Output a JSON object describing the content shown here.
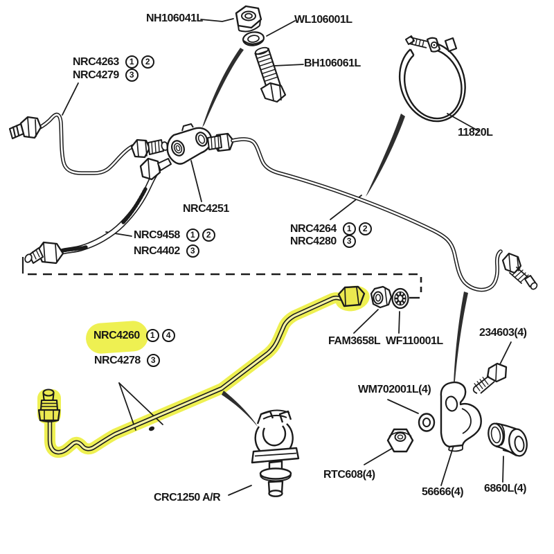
{
  "diagram": {
    "type": "exploded-parts-diagram",
    "background": "#ffffff",
    "line_color": "#1b1b1b",
    "highlight_color": "#eef052",
    "highlighted_part": "NRC4260"
  },
  "labels": {
    "nh106041l": "NH106041L",
    "wl106001l": "WL106001L",
    "bh106061l": "BH106061L",
    "clamp_11820l": "11820L",
    "nrc4263": "NRC4263",
    "nrc4279": "NRC4279",
    "nrc4251": "NRC4251",
    "nrc9458": "NRC9458",
    "nrc4402": "NRC4402",
    "nrc4264": "NRC4264",
    "nrc4280": "NRC4280",
    "nrc4260": "NRC4260",
    "nrc4278": "NRC4278",
    "fam3658l": "FAM3658L",
    "wf110001l": "WF110001L",
    "bolt_234603": "234603(4)",
    "wm702001l": "WM702001L(4)",
    "rtc608": "RTC608(4)",
    "crc1250": "CRC1250 A/R",
    "bracket_56666": "56666(4)",
    "bush_6860l": "6860L(4)"
  },
  "keys": {
    "nrc4263": [
      "1",
      "2"
    ],
    "nrc4279": [
      "3"
    ],
    "nrc9458": [
      "1",
      "2"
    ],
    "nrc4402": [
      "3"
    ],
    "nrc4264": [
      "1",
      "2"
    ],
    "nrc4280": [
      "3"
    ],
    "nrc4260": [
      "1",
      "4"
    ],
    "nrc4278": [
      "3"
    ]
  }
}
